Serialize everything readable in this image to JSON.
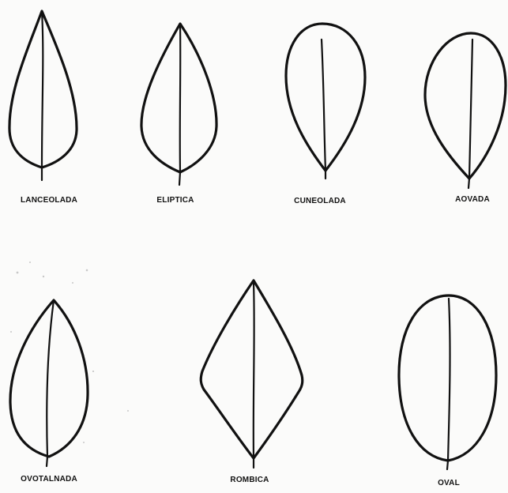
{
  "leaves": [
    {
      "label": "LANCEOLADA",
      "shape": "lanceolate"
    },
    {
      "label": "ELIPTICA",
      "shape": "elliptic"
    },
    {
      "label": "CUNEOLADA",
      "shape": "cuneate"
    },
    {
      "label": "AOVADA",
      "shape": "ovate"
    },
    {
      "label": "OVOTALNADA",
      "shape": "obovate"
    },
    {
      "label": "ROMBICA",
      "shape": "rhombic"
    },
    {
      "label": "OVAL",
      "shape": "oval"
    }
  ]
}
